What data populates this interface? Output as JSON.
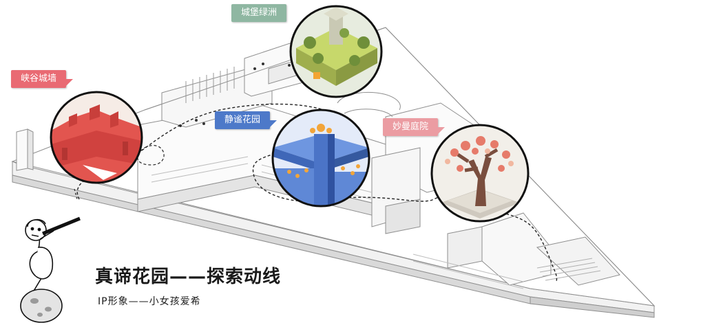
{
  "labels": {
    "canyon_wall": "峡谷城墙",
    "castle_oasis": "城堡绿洲",
    "quiet_garden": "静谧花园",
    "wonder_courtyard": "妙曼庭院"
  },
  "title": "真谛花园——探索动线",
  "subtitle": "IP形象——小女孩爱希",
  "colors": {
    "canyon_wall": "#e96a73",
    "castle_oasis": "#8fb7a2",
    "quiet_garden": "#4d79c9",
    "wonder_courtyard": "#eb9ca2",
    "building_line": "#9a9a9a"
  },
  "icons": [
    "telescope-girl-figure",
    "moon-rock"
  ]
}
